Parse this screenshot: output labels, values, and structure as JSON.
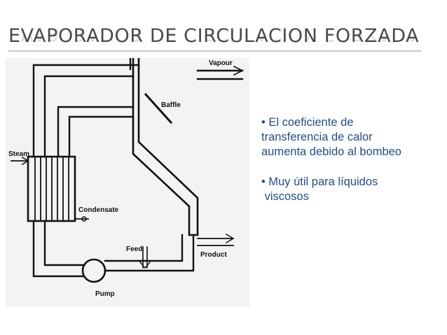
{
  "slide": {
    "title": "EVAPORADOR DE CIRCULACION FORZADA",
    "bullets": [
      [
        "• El coeficiente de",
        "transferencia de calor",
        "aumenta debido al bombeo"
      ],
      [
        "• Muy útil para líquidos",
        " viscosos"
      ]
    ]
  },
  "diagram": {
    "labels": {
      "vapour": "Vapour",
      "baffle": "Baffle",
      "steam": "Steam",
      "condensate": "Condensate",
      "feed": "Feed",
      "product": "Product",
      "pump": "Pump"
    }
  }
}
